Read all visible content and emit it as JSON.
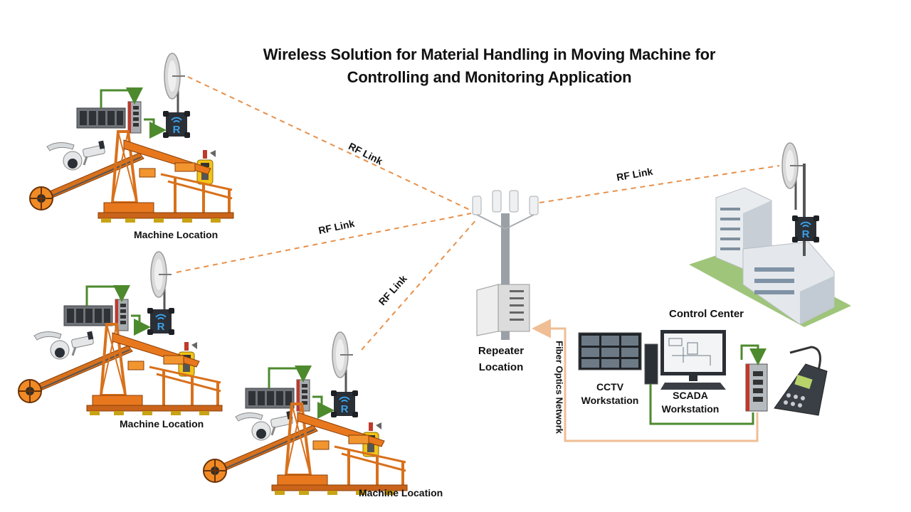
{
  "title": {
    "line1": "Wireless Solution for Material Handling in Moving Machine for",
    "line2": "Controlling and Monitoring Application"
  },
  "links": {
    "rf_label": "RF Link",
    "fiber_label": "Fiber Optics Network"
  },
  "locations": {
    "machine": "Machine Location",
    "repeater_line1": "Repeater",
    "repeater_line2": "Location",
    "control_center": "Control Center"
  },
  "workstations": {
    "cctv_line1": "CCTV",
    "cctv_line2": "Workstation",
    "scada_line1": "SCADA",
    "scada_line2": "Workstation"
  },
  "radio_badge": "R",
  "colors": {
    "rf_link": "#e8904a",
    "fiber": "#efbe95",
    "ethernet": "#4d8a2e",
    "machine": "#e8781e",
    "radio_unit": "#2b2f36",
    "radio_accent": "#3aa0e8"
  },
  "icons": [
    "parabolic-antenna-icon",
    "radio-unit-icon",
    "plc-icon",
    "ethernet-switch-icon",
    "ptz-camera-icon",
    "bullet-camera-icon",
    "emergency-phone-icon",
    "stacker-reclaimer-icon",
    "cell-tower-icon",
    "cabinet-icon",
    "building-icon",
    "monitor-icon",
    "desk-phone-icon"
  ]
}
